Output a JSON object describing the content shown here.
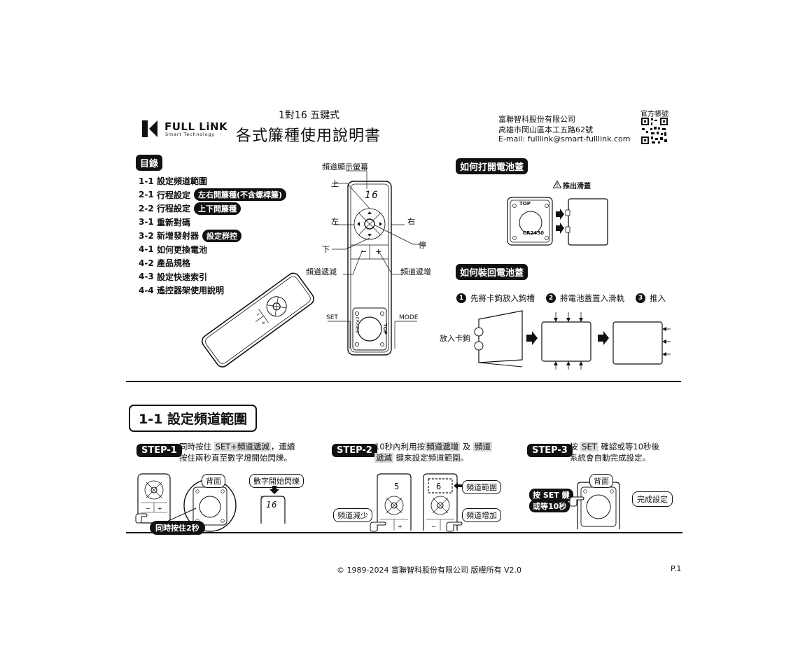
{
  "header": {
    "logo_name": "FULL LiNK",
    "logo_tagline": "Smart Technology",
    "subtitle": "1對16 五鍵式",
    "title": "各式簾種使用說明書",
    "company": "富聯智科股份有限公司",
    "address": "高雄市岡山區本工五路62號",
    "email": "E-mail: fulllink@smart-fulllink.com",
    "official_account": "官方帳號"
  },
  "toc": {
    "title": "目錄",
    "items": [
      {
        "num": "1-1",
        "label": "設定頻道範圍",
        "tag": ""
      },
      {
        "num": "2-1",
        "label": "行程設定",
        "tag": "左右開簾種(不含螺桿簾)"
      },
      {
        "num": "2-2",
        "label": "行程設定",
        "tag": "上下開簾種"
      },
      {
        "num": "3-1",
        "label": "重新對碼",
        "tag": ""
      },
      {
        "num": "3-2",
        "label": "新增發射器",
        "tag": "設定群控"
      },
      {
        "num": "4-1",
        "label": "如何更換電池",
        "tag": ""
      },
      {
        "num": "4-2",
        "label": "產品規格",
        "tag": ""
      },
      {
        "num": "4-3",
        "label": "設定快速索引",
        "tag": ""
      },
      {
        "num": "4-4",
        "label": "遙控器架使用說明",
        "tag": ""
      }
    ]
  },
  "remote_diagram": {
    "display_label": "頻道顯示螢幕",
    "display_value": "16",
    "up": "上",
    "left": "左",
    "right": "右",
    "down": "下",
    "stop": "停",
    "channel_minus": "頻道遞減",
    "channel_plus": "頻道遞增",
    "set": "SET",
    "mode": "MODE",
    "minus": "−",
    "plus": "+",
    "battery": "CR2450",
    "top": "TOP"
  },
  "battery_open": {
    "title": "如何打開電池蓋",
    "warning": "推出滑蓋",
    "battery": "CR2450",
    "top": "TOP"
  },
  "battery_close": {
    "title": "如何裝回電池蓋",
    "step1_num": "1",
    "step1": "先將卡鉤放入鉤槽",
    "step2_num": "2",
    "step2": "將電池蓋置入滑軌",
    "step3_num": "3",
    "step3": "推入",
    "hook_label": "放入卡鉤"
  },
  "section": {
    "title": "1-1 設定頻道範圍",
    "step1": {
      "badge": "STEP-1",
      "line1_a": "同時按住",
      "line1_hl": "SET+頻道遞減",
      "line1_b": "，連續",
      "line2": "按住兩秒直至數字燈開始閃爍。",
      "back_label": "背面",
      "blink_label": "數字開始閃爍",
      "display": "16",
      "hold_label": "同時按住2秒"
    },
    "step2": {
      "badge": "STEP-2",
      "line1_a": "10秒內利用按",
      "line1_hl1": "頻道遞增",
      "line1_b": "及",
      "line1_hl2": "頻道",
      "line2_hl": "遞減",
      "line2_b": "鍵來設定頻道範圍。",
      "display_left": "5",
      "display_right": "6",
      "range_label": "頻道範圍",
      "dec_label": "頻道減少",
      "inc_label": "頻道增加"
    },
    "step3": {
      "badge": "STEP-3",
      "line1_a": "按",
      "line1_hl": "SET",
      "line1_b": "確認或等10秒後",
      "line2": "系統會自動完成設定。",
      "back_label": "背面",
      "press_label": "按 SET 鍵",
      "wait_label": "或等10秒",
      "done_label": "完成設定"
    }
  },
  "footer": {
    "copyright": "© 1989-2024 富聯智科股份有限公司 版權所有 V2.0",
    "page": "P.1"
  }
}
